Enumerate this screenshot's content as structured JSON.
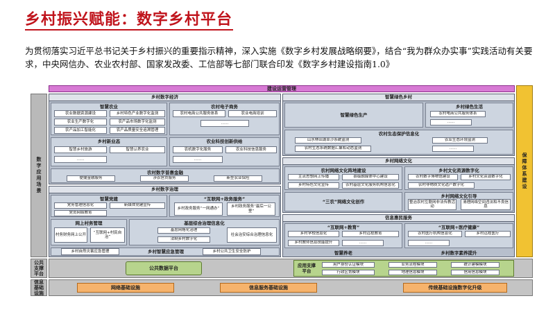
{
  "title": "乡村振兴赋能：数字乡村平台",
  "intro": "为贯彻落实习近平总书记关于乡村振兴的重要指示精神，深入实施《数字乡村发展战略纲要》，结合“我为群众办实事”实践活动有关要求，中央网信办、农业农村部、国家发改委、工信部等七部门联合印发《数字乡村建设指南1.0》",
  "diagram": {
    "top_bar": "建设运营管理",
    "left_label": "数字应用场景",
    "right_label": "保障体系建设",
    "economy": {
      "title": "乡村数字经济",
      "agri": {
        "title": "智慧农业",
        "items": [
          "农业数据资源建设",
          "乡村特色产业数字化监测",
          "农业生产数字化",
          "农产品市场数字化监测",
          "农产品加工智能化",
          "农产品质量安全追溯管理"
        ]
      },
      "commerce": {
        "title": "农村电子商务",
        "items": [
          "农村电商公共服务体系",
          "农业电商培训",
          "……"
        ]
      },
      "newbiz": {
        "title": "乡村新业态",
        "items": [
          "智慧乡村旅游",
          "智慧认养农业",
          "……"
        ]
      },
      "tech": {
        "title": "农业科技创新供给",
        "items": [
          "农机数字化服务",
          "农业科技信息服务",
          "……"
        ]
      },
      "finance": {
        "title": "农村数字普惠金融",
        "items": [
          "便捷金融服务",
          "涉农信贷服务",
          "新型农业保险"
        ]
      }
    },
    "governance": {
      "title": "乡村数字治理",
      "party": {
        "title": "智慧党建",
        "items": [
          "党务管理信息化",
          "新媒体党建宣传",
          "党员网络教育"
        ]
      },
      "gov": {
        "title": "“互联网+政务服务”",
        "items": [
          "乡村政务服务“一网通办”",
          "乡村政务服务“最后一公里”"
        ]
      },
      "village": {
        "title": "网上村务管理",
        "items": [
          "村务财务网上公开",
          "“互联网+村民自治”"
        ]
      },
      "grassroots": {
        "title": "基层综合治理信息化",
        "items": [
          "基层网格化治理",
          "社会治安综合治理信息化",
          "法制乡村数字化"
        ]
      },
      "emergency": {
        "title": "乡村智慧应急管理",
        "items": [
          "乡村自然灾害应急管理",
          "乡村公共卫生安全防护"
        ]
      }
    },
    "green": {
      "title": "智慧绿色乡村",
      "production": "智慧绿色生产",
      "life": {
        "title": "乡村绿色生活",
        "items": [
          "农村电商公共服务体系",
          "……"
        ]
      },
      "eco": {
        "title": "农村生态保护信息化",
        "items": [
          "山水林田湖草沙系统监测",
          "农村生态系统数据汇聚和动态监测",
          "农业生态环境监测",
          "……"
        ]
      }
    },
    "culture": {
      "title": "乡村网络文化",
      "position": {
        "title": "农村网络文化阵地建设",
        "items": [
          "主流思想网上传播",
          "县级融媒体中心建设",
          "乡村特色文化宣传",
          "农村基层文化服务机构信息化"
        ]
      },
      "resource": {
        "title": "乡村文化资源数字化",
        "items": [
          "农村数字博物馆建设",
          "乡村文化资源数字化",
          "农村非物质文化遗产数字化"
        ]
      },
      "creation": "“三农”网络文化创作",
      "guide": {
        "title": "乡村网络文化引导",
        "items": [
          "整治农村互联网非法传教活动",
          "清理网络空间违法和不良信息"
        ]
      }
    },
    "livelihood": {
      "title": "信息惠民服务",
      "edu": {
        "title": "“互联网+教育”",
        "items": [
          "乡村学校信息化",
          "乡村远程教育",
          "乡村教师信息技能提升",
          "……"
        ]
      },
      "medical": {
        "title": "“互联网+医疗健康”",
        "items": [
          "农村医疗机构信息化",
          "乡村远程医疗",
          "……"
        ]
      },
      "elderly": "智慧养老",
      "skills": "乡村数字素养提升"
    },
    "public": {
      "label": "公共支撑平台",
      "data_platform": "公共数据平台",
      "app_platform": "应用支撑平台",
      "items": [
        "用户身份认证模块",
        "业务流程模块",
        "统计建模模块",
        "行政区划模块",
        "地理信息模块",
        "信用信息模块"
      ]
    },
    "infra": {
      "label": "信息基础设施",
      "items": [
        "网络基础设施",
        "信息服务基础设施",
        "传统基础设施数字化升级"
      ]
    }
  }
}
